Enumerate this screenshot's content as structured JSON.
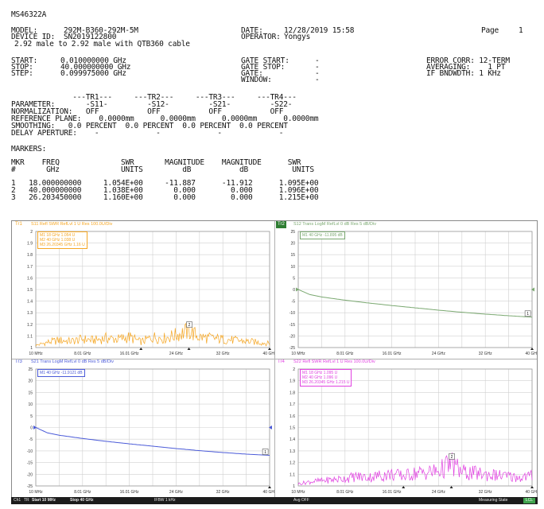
{
  "report": {
    "header_id": "MS46322A",
    "model_label": "MODEL:",
    "model_value": "292M-B360-292M-5M",
    "device_id_label": "DEVICE ID:",
    "device_id_value": "SN2019122800",
    "description": "2.92 male to 2.92 male with QTB360 cable",
    "date_label": "DATE:",
    "date_value": "12/28/2019 15:58",
    "operator_label": "OPERATOR:",
    "operator_value": "Yongys",
    "page_label": "Page",
    "page_value": "1",
    "start_label": "START:",
    "start_value": "0.010000000 GHz",
    "stop_label": "STOP:",
    "stop_value": "40.000000000 GHz",
    "step_label": "STEP:",
    "step_value": "0.099975000 GHz",
    "gate_start_label": "GATE START:",
    "gate_start_value": "-",
    "gate_stop_label": "GATE STOP:",
    "gate_stop_value": "-",
    "gate_label": "GATE:",
    "gate_value": "-",
    "window_label": "WINDOW:",
    "window_value": "-",
    "error_corr": "ERROR CORR: 12-TERM",
    "averaging": "AVERAGING:    1 PT",
    "if_bandwidth": "IF BNDWDTH: 1 KHz",
    "param_rows": [
      "              ---TR1---     ---TR2---     ---TR3---     ---TR4---",
      "PARAMETER:       -S11-         -S12-         -S21-         -S22-",
      "NORMALIZATION:   OFF           OFF           OFF           OFF",
      "REFERENCE PLANE:    0.0000mm      0.0000mm      0.0000mm      0.0000mm",
      "SMOOTHING:   0.0 PERCENT  0.0 PERCENT  0.0 PERCENT  0.0 PERCENT",
      "DELAY APERTURE:    -             -             -             -"
    ],
    "markers_title": "MARKERS:",
    "marker_header_rows": [
      "MKR    FREQ              SWR       MAGNITUDE    MAGNITUDE      SWR",
      "#       GHz              UNITS         dB           dB          UNITS"
    ],
    "marker_rows": [
      "1   18.000000000     1.054E+00     -11.887      -11.912      1.095E+00",
      "2   40.000000000     1.038E+00       0.000        0.000      1.096E+00",
      "3   26.203450000     1.160E+00       0.000        0.000      1.215E+00"
    ]
  },
  "panels": [
    {
      "tag": "Tr1",
      "header": "S11 Refl SWR RefLvl 1 U Res 100.0U/Div",
      "color": "#f5a623",
      "markers": [
        "M1   18 GHz 1.054 U",
        "M2   40 GHz 1.038 U",
        "M3   26.20345 GHz 1.16 U"
      ],
      "y_ticks": [
        "2",
        "1.9",
        "1.8",
        "1.7",
        "1.6",
        "1.5",
        "1.4",
        "1.3",
        "1.2",
        "1.1",
        "1"
      ],
      "x_ticks": [
        "10 MHz",
        "8.01 GHz",
        "16.01 GHz",
        "24 GHz",
        "32 GHz",
        "40 GHz"
      ],
      "trace_box_label": "2"
    },
    {
      "tag": "Tr2",
      "header": "S12 Trans LogM RefLvl 0 dB Res 5 dB/Div",
      "color": "#7aa870",
      "markers": [
        "M1   40 GHz -11.895 dB"
      ],
      "y_ticks": [
        "25",
        "20",
        "15",
        "10",
        "5",
        "0",
        "-5",
        "-10",
        "-15",
        "-20",
        "-25"
      ],
      "x_ticks": [
        "10 MHz",
        "8.01 GHz",
        "16.01 GHz",
        "24 GHz",
        "32 GHz",
        "40 GHz"
      ],
      "trace_box_label": "1"
    },
    {
      "tag": "Tr3",
      "header": "S21 Trans LogM RefLvl 0 dB Res 5 dB/Div",
      "color": "#4a5ad8",
      "markers": [
        "M1   40 GHz -11.9121 dB"
      ],
      "y_ticks": [
        "25",
        "20",
        "15",
        "10",
        "5",
        "0",
        "-5",
        "-10",
        "-15",
        "-20",
        "-25"
      ],
      "x_ticks": [
        "10 MHz",
        "8.01 GHz",
        "16.01 GHz",
        "24 GHz",
        "32 GHz",
        "40 GHz"
      ],
      "trace_box_label": "1"
    },
    {
      "tag": "Tr4",
      "header": "S22 Refl SWR RefLvl 1 U Res 100.0U/Div",
      "color": "#e040e0",
      "markers": [
        "M1   18 GHz 1.095 U",
        "M2   40 GHz 1.096 U",
        "M3   26.20345 GHz 1.215 U"
      ],
      "y_ticks": [
        "2",
        "1.9",
        "1.8",
        "1.7",
        "1.6",
        "1.5",
        "1.4",
        "1.3",
        "1.2",
        "1.1",
        "1"
      ],
      "x_ticks": [
        "10 MHz",
        "8.01 GHz",
        "16.01 GHz",
        "24 GHz",
        "32 GHz",
        "40 GHz"
      ],
      "trace_box_label": "2"
    }
  ],
  "chart_data": [
    {
      "type": "line",
      "title": "S11 Refl SWR RefLvl 1 U Res 100.0U/Div",
      "x_unit": "GHz",
      "xlim": [
        0.01,
        40
      ],
      "ylim": [
        1,
        2
      ],
      "series": [
        {
          "color": "#f5a623",
          "x": [
            0.01,
            2,
            4,
            6,
            8,
            10,
            12,
            14,
            16,
            18,
            20,
            22,
            24,
            26.2,
            28,
            30,
            32,
            34,
            36,
            38,
            40
          ],
          "y": [
            1.02,
            1.05,
            1.07,
            1.06,
            1.08,
            1.07,
            1.09,
            1.08,
            1.1,
            1.054,
            1.1,
            1.09,
            1.12,
            1.16,
            1.1,
            1.09,
            1.08,
            1.07,
            1.06,
            1.05,
            1.038
          ]
        }
      ]
    },
    {
      "type": "line",
      "title": "S12 Trans LogM RefLvl 0 dB Res 5 dB/Div",
      "x_unit": "GHz",
      "xlim": [
        0.01,
        40
      ],
      "ylim": [
        -25,
        25
      ],
      "series": [
        {
          "color": "#7aa870",
          "x": [
            0.01,
            2,
            4,
            8,
            12,
            16,
            20,
            24,
            28,
            32,
            36,
            40
          ],
          "y": [
            0,
            -2.2,
            -3.2,
            -4.6,
            -5.8,
            -6.9,
            -7.9,
            -8.9,
            -9.8,
            -10.6,
            -11.3,
            -11.9
          ]
        }
      ]
    },
    {
      "type": "line",
      "title": "S21 Trans LogM RefLvl 0 dB Res 5 dB/Div",
      "x_unit": "GHz",
      "xlim": [
        0.01,
        40
      ],
      "ylim": [
        -25,
        25
      ],
      "series": [
        {
          "color": "#4a5ad8",
          "x": [
            0.01,
            2,
            4,
            8,
            12,
            16,
            20,
            24,
            28,
            32,
            36,
            40
          ],
          "y": [
            0,
            -2.3,
            -3.3,
            -4.7,
            -5.9,
            -7.0,
            -8.0,
            -9.0,
            -9.9,
            -10.7,
            -11.4,
            -11.91
          ]
        }
      ]
    },
    {
      "type": "line",
      "title": "S22 Refl SWR RefLvl 1 U Res 100.0U/Div",
      "x_unit": "GHz",
      "xlim": [
        0.01,
        40
      ],
      "ylim": [
        1,
        2
      ],
      "series": [
        {
          "color": "#e040e0",
          "x": [
            0.01,
            2,
            4,
            6,
            8,
            10,
            12,
            14,
            16,
            18,
            20,
            22,
            24,
            26.2,
            28,
            30,
            32,
            34,
            36,
            38,
            40
          ],
          "y": [
            1.02,
            1.04,
            1.05,
            1.06,
            1.07,
            1.09,
            1.08,
            1.1,
            1.11,
            1.095,
            1.12,
            1.13,
            1.14,
            1.215,
            1.13,
            1.12,
            1.11,
            1.1,
            1.09,
            1.08,
            1.096
          ]
        }
      ]
    }
  ],
  "statusbar": {
    "ch": "Ch1",
    "tr": "TR",
    "start": "Start 10 MHz",
    "stop": "Stop 40 GHz",
    "ifbw": "IFBW 1 kHz",
    "avg": "Avg OFF",
    "measuring": "Measuring State",
    "lcl": "LCL"
  }
}
